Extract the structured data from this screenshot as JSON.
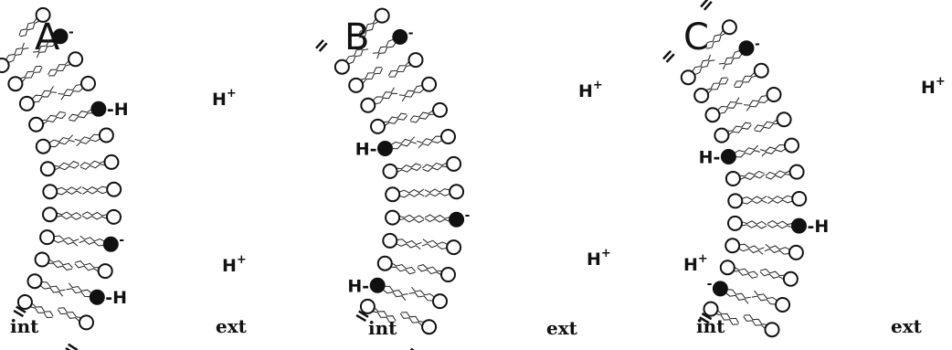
{
  "panels": [
    {
      "letter": "A",
      "left_label": "int",
      "right_label": "ext",
      "ions": [
        {
          "text": "H",
          "sup": "+"
        },
        {
          "text": "H",
          "sup": "+"
        }
      ],
      "inner_count": 12,
      "outer_count": 13,
      "filled_heads": [
        {
          "leaflet": "outer",
          "index": 1,
          "label": "-"
        },
        {
          "leaflet": "outer",
          "index": 4,
          "label": "-H"
        },
        {
          "leaflet": "outer",
          "index": 9,
          "label": "-"
        },
        {
          "leaflet": "outer",
          "index": 11,
          "label": "-H"
        }
      ]
    },
    {
      "letter": "B",
      "left_label": "int",
      "right_label": "ext",
      "ions": [
        {
          "text": "H",
          "sup": "+"
        },
        {
          "text": "H",
          "sup": "+"
        }
      ],
      "inner_count": 12,
      "outer_count": 13,
      "filled_heads": [
        {
          "leaflet": "outer",
          "index": 1,
          "label": "-"
        },
        {
          "leaflet": "inner",
          "index": 4,
          "label": "H-"
        },
        {
          "leaflet": "outer",
          "index": 8,
          "label": "-"
        },
        {
          "leaflet": "inner",
          "index": 10,
          "label": "H-"
        }
      ]
    },
    {
      "letter": "C",
      "left_label": "int",
      "right_label": "ext",
      "ions": [
        {
          "text": "H",
          "sup": "+"
        },
        {
          "text": "H",
          "sup": "+"
        }
      ],
      "inner_count": 12,
      "outer_count": 13,
      "filled_heads": [
        {
          "leaflet": "outer",
          "index": 1,
          "label": "-"
        },
        {
          "leaflet": "inner",
          "index": 4,
          "label": "H-"
        },
        {
          "leaflet": "outer",
          "index": 8,
          "label": "-H"
        },
        {
          "leaflet": "inner",
          "index": 10,
          "label": "-"
        }
      ]
    }
  ]
}
